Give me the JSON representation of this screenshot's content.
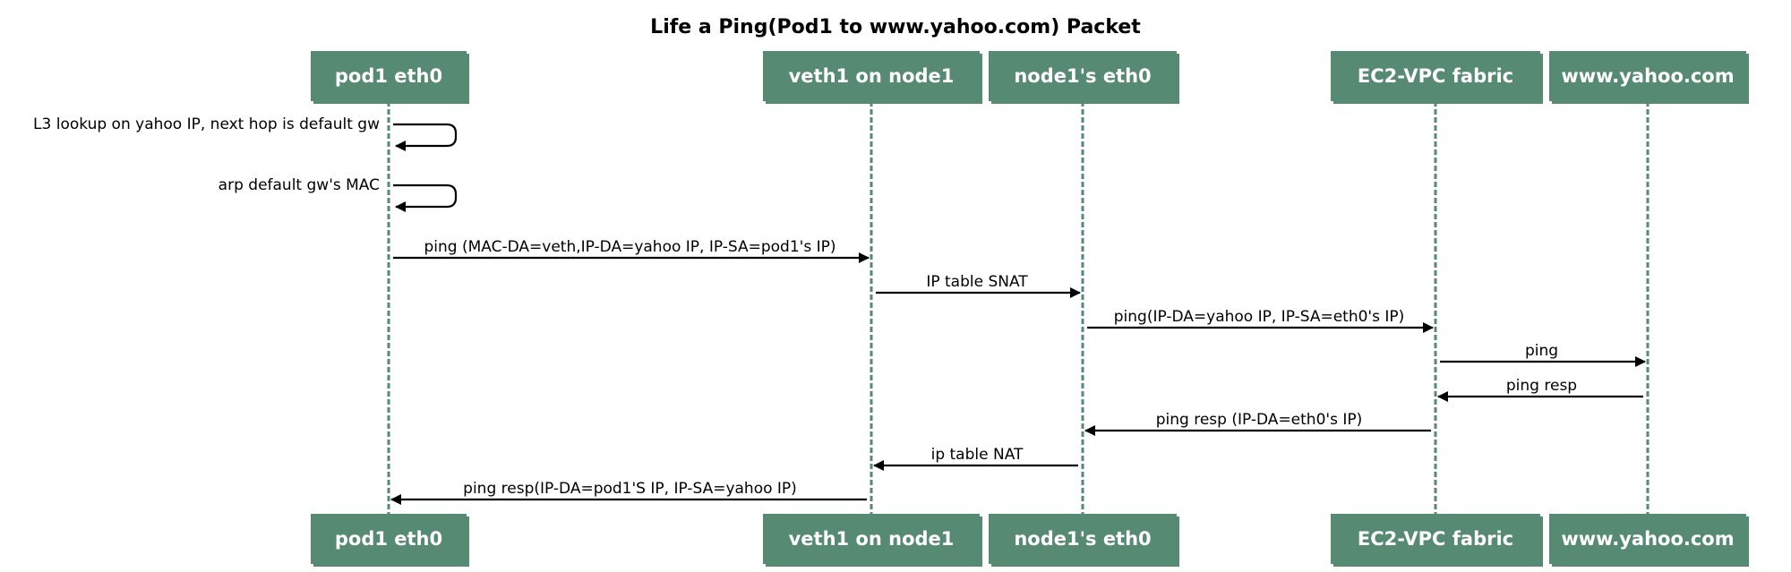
{
  "title": "Life a Ping(Pod1 to www.yahoo.com) Packet",
  "participants": [
    {
      "label": "pod1 eth0"
    },
    {
      "label": "veth1 on node1"
    },
    {
      "label": "node1's eth0"
    },
    {
      "label": "EC2-VPC fabric"
    },
    {
      "label": "www.yahoo.com"
    }
  ],
  "messages": [
    {
      "from": 0,
      "to": 0,
      "label": "L3 lookup on yahoo IP, next hop is default gw"
    },
    {
      "from": 0,
      "to": 0,
      "label": "arp default gw's MAC"
    },
    {
      "from": 0,
      "to": 1,
      "label": "ping (MAC-DA=veth,IP-DA=yahoo IP, IP-SA=pod1's IP)"
    },
    {
      "from": 1,
      "to": 2,
      "label": "IP table SNAT"
    },
    {
      "from": 2,
      "to": 3,
      "label": "ping(IP-DA=yahoo IP, IP-SA=eth0's IP)"
    },
    {
      "from": 3,
      "to": 4,
      "label": "ping"
    },
    {
      "from": 4,
      "to": 3,
      "label": "ping resp"
    },
    {
      "from": 3,
      "to": 2,
      "label": "ping resp (IP-DA=eth0's IP)"
    },
    {
      "from": 2,
      "to": 1,
      "label": "ip table NAT"
    },
    {
      "from": 1,
      "to": 0,
      "label": "ping resp(IP-DA=pod1'S IP, IP-SA=yahoo IP)"
    }
  ],
  "colors": {
    "participant": "#568a73",
    "lifeline": "#568a73",
    "arrow": "#000000"
  }
}
